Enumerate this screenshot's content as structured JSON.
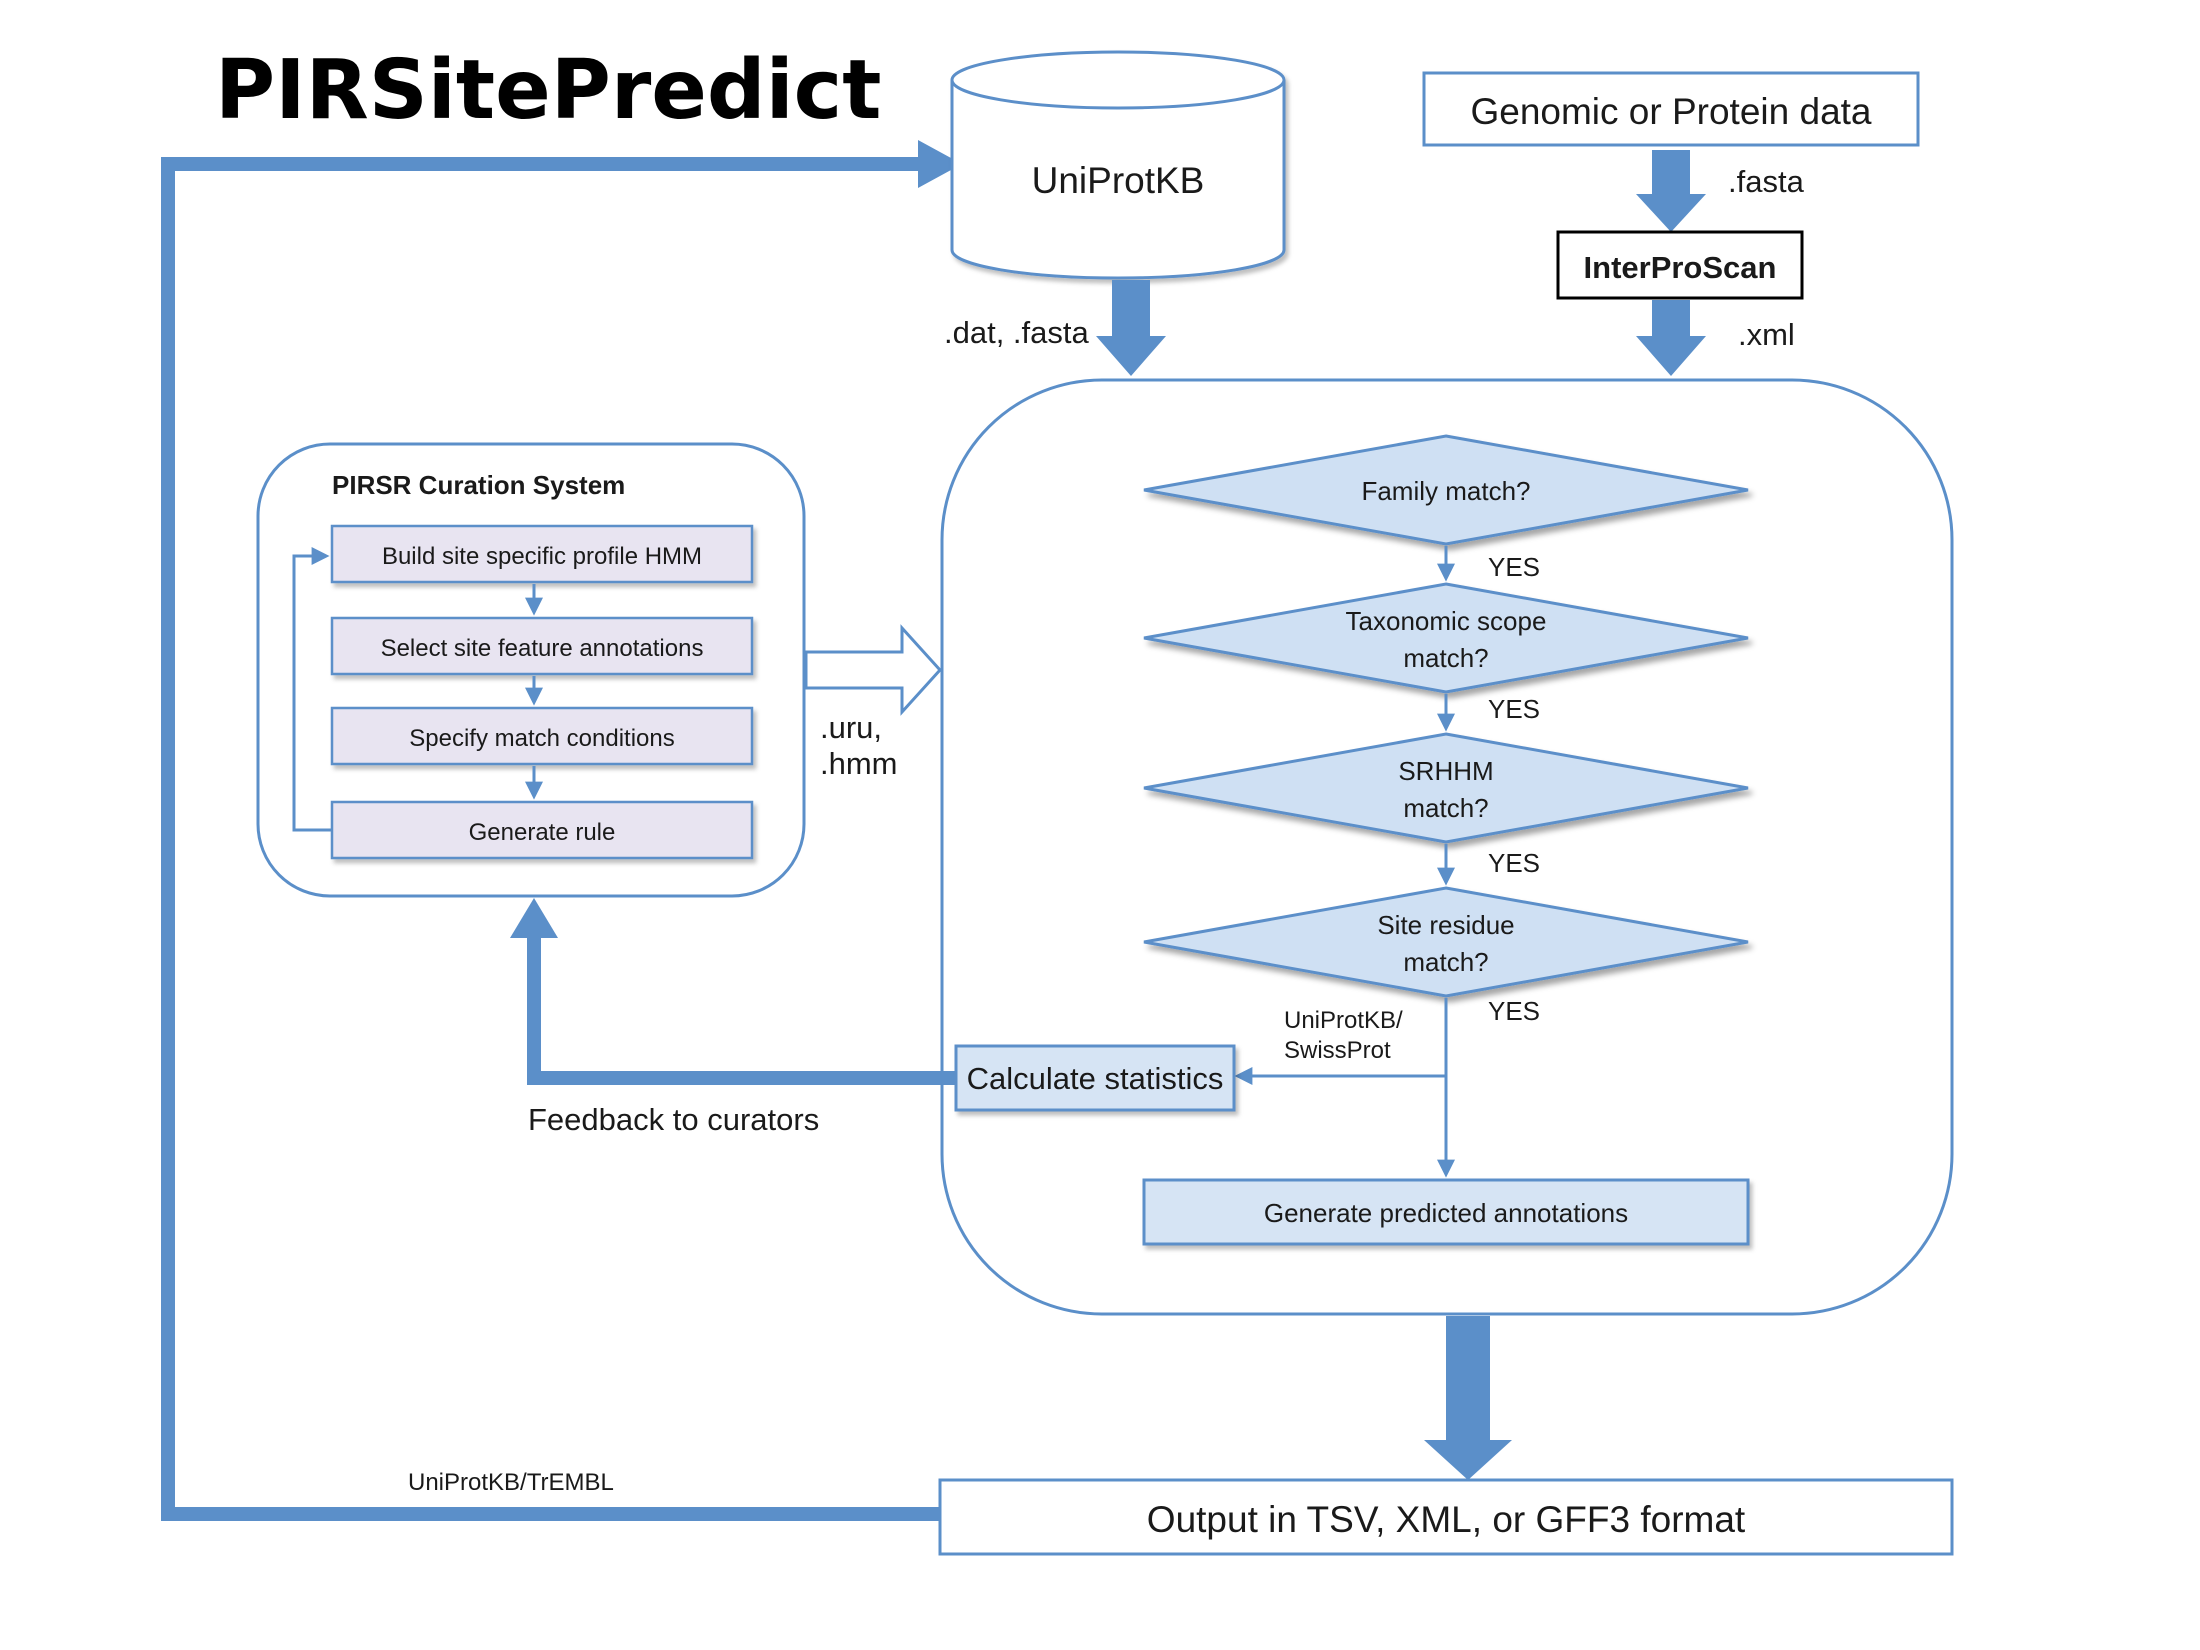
{
  "title": "PIRSitePredict",
  "database": {
    "label": "UniProtKB"
  },
  "input": {
    "label": "Genomic or Protein data"
  },
  "tool": {
    "label": "InterProScan"
  },
  "formats": {
    "fasta_in": ".fasta",
    "dat_fasta": ".dat, .fasta",
    "xml": ".xml",
    "uru_line1": ".uru,",
    "uru_line2": ".hmm"
  },
  "curation": {
    "title": "PIRSR Curation System",
    "steps": [
      "Build site specific profile HMM",
      "Select site feature annotations",
      "Specify match conditions",
      "Generate rule"
    ]
  },
  "decisions": [
    {
      "line1": "Family match?",
      "line2": ""
    },
    {
      "line1": "Taxonomic scope",
      "line2": "match?"
    },
    {
      "line1": "SRHHM",
      "line2": "match?"
    },
    {
      "line1": "Site residue",
      "line2": "match?"
    }
  ],
  "yes_label": "YES",
  "swissprot": {
    "line1": "UniProtKB/",
    "line2": "SwissProt"
  },
  "statistics": {
    "label": "Calculate statistics"
  },
  "feedback": {
    "label": "Feedback to curators"
  },
  "predicted": {
    "label": "Generate predicted annotations"
  },
  "output": {
    "label": "Output in TSV, XML, or GFF3 format"
  },
  "trembl": {
    "label": "UniProtKB/TrEMBL"
  },
  "colors": {
    "arrow": "#5b8fc9",
    "line": "#5b8fc9",
    "diamond_fill": "#cfe0f3",
    "step_fill": "#e8e4f1",
    "box_fill": "#d6e4f4"
  }
}
